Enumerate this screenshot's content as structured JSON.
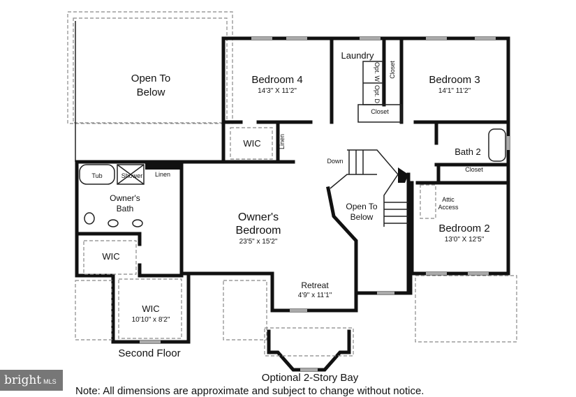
{
  "rooms": {
    "open_below_1": [
      "Open To",
      "Below"
    ],
    "bedroom4": {
      "name": "Bedroom 4",
      "dim": "14'3\" X 11'2\""
    },
    "laundry": "Laundry",
    "opt_w": "Opt. W",
    "opt_d": "Opt. D",
    "closet_v": "Closet",
    "closet_laundry": "Closet",
    "bedroom3": {
      "name": "Bedroom 3",
      "dim": "14'1\" 11'2\""
    },
    "wic_top": "WIC",
    "linen_v": "Linen",
    "down": "Down",
    "bath2": "Bath 2",
    "closet_bath2": "Closet",
    "tub": "Tub",
    "shower": "Shower",
    "linen": "Linen",
    "owners_bath": [
      "Owner's",
      "Bath"
    ],
    "owners_bedroom": {
      "name": [
        "Owner's",
        "Bedroom"
      ],
      "dim": "23'5\" x 15'2\""
    },
    "open_below_2": [
      "Open To",
      "Below"
    ],
    "attic": [
      "Attic",
      "Access"
    ],
    "bedroom2": {
      "name": "Bedroom 2",
      "dim": "13'0\" X 12'5\""
    },
    "wic_left": "WIC",
    "wic_bottom": {
      "name": "WIC",
      "dim": "10'10\" x 8'2\""
    },
    "retreat": {
      "name": "Retreat",
      "dim": "4'9\" x 11'1\""
    }
  },
  "captions": {
    "floor": "Second Floor",
    "bay": "Optional 2-Story Bay",
    "note": "Note: All dimensions are approximate and subject to change without notice."
  },
  "logo": {
    "brand": "bright",
    "suffix": "MLS"
  }
}
